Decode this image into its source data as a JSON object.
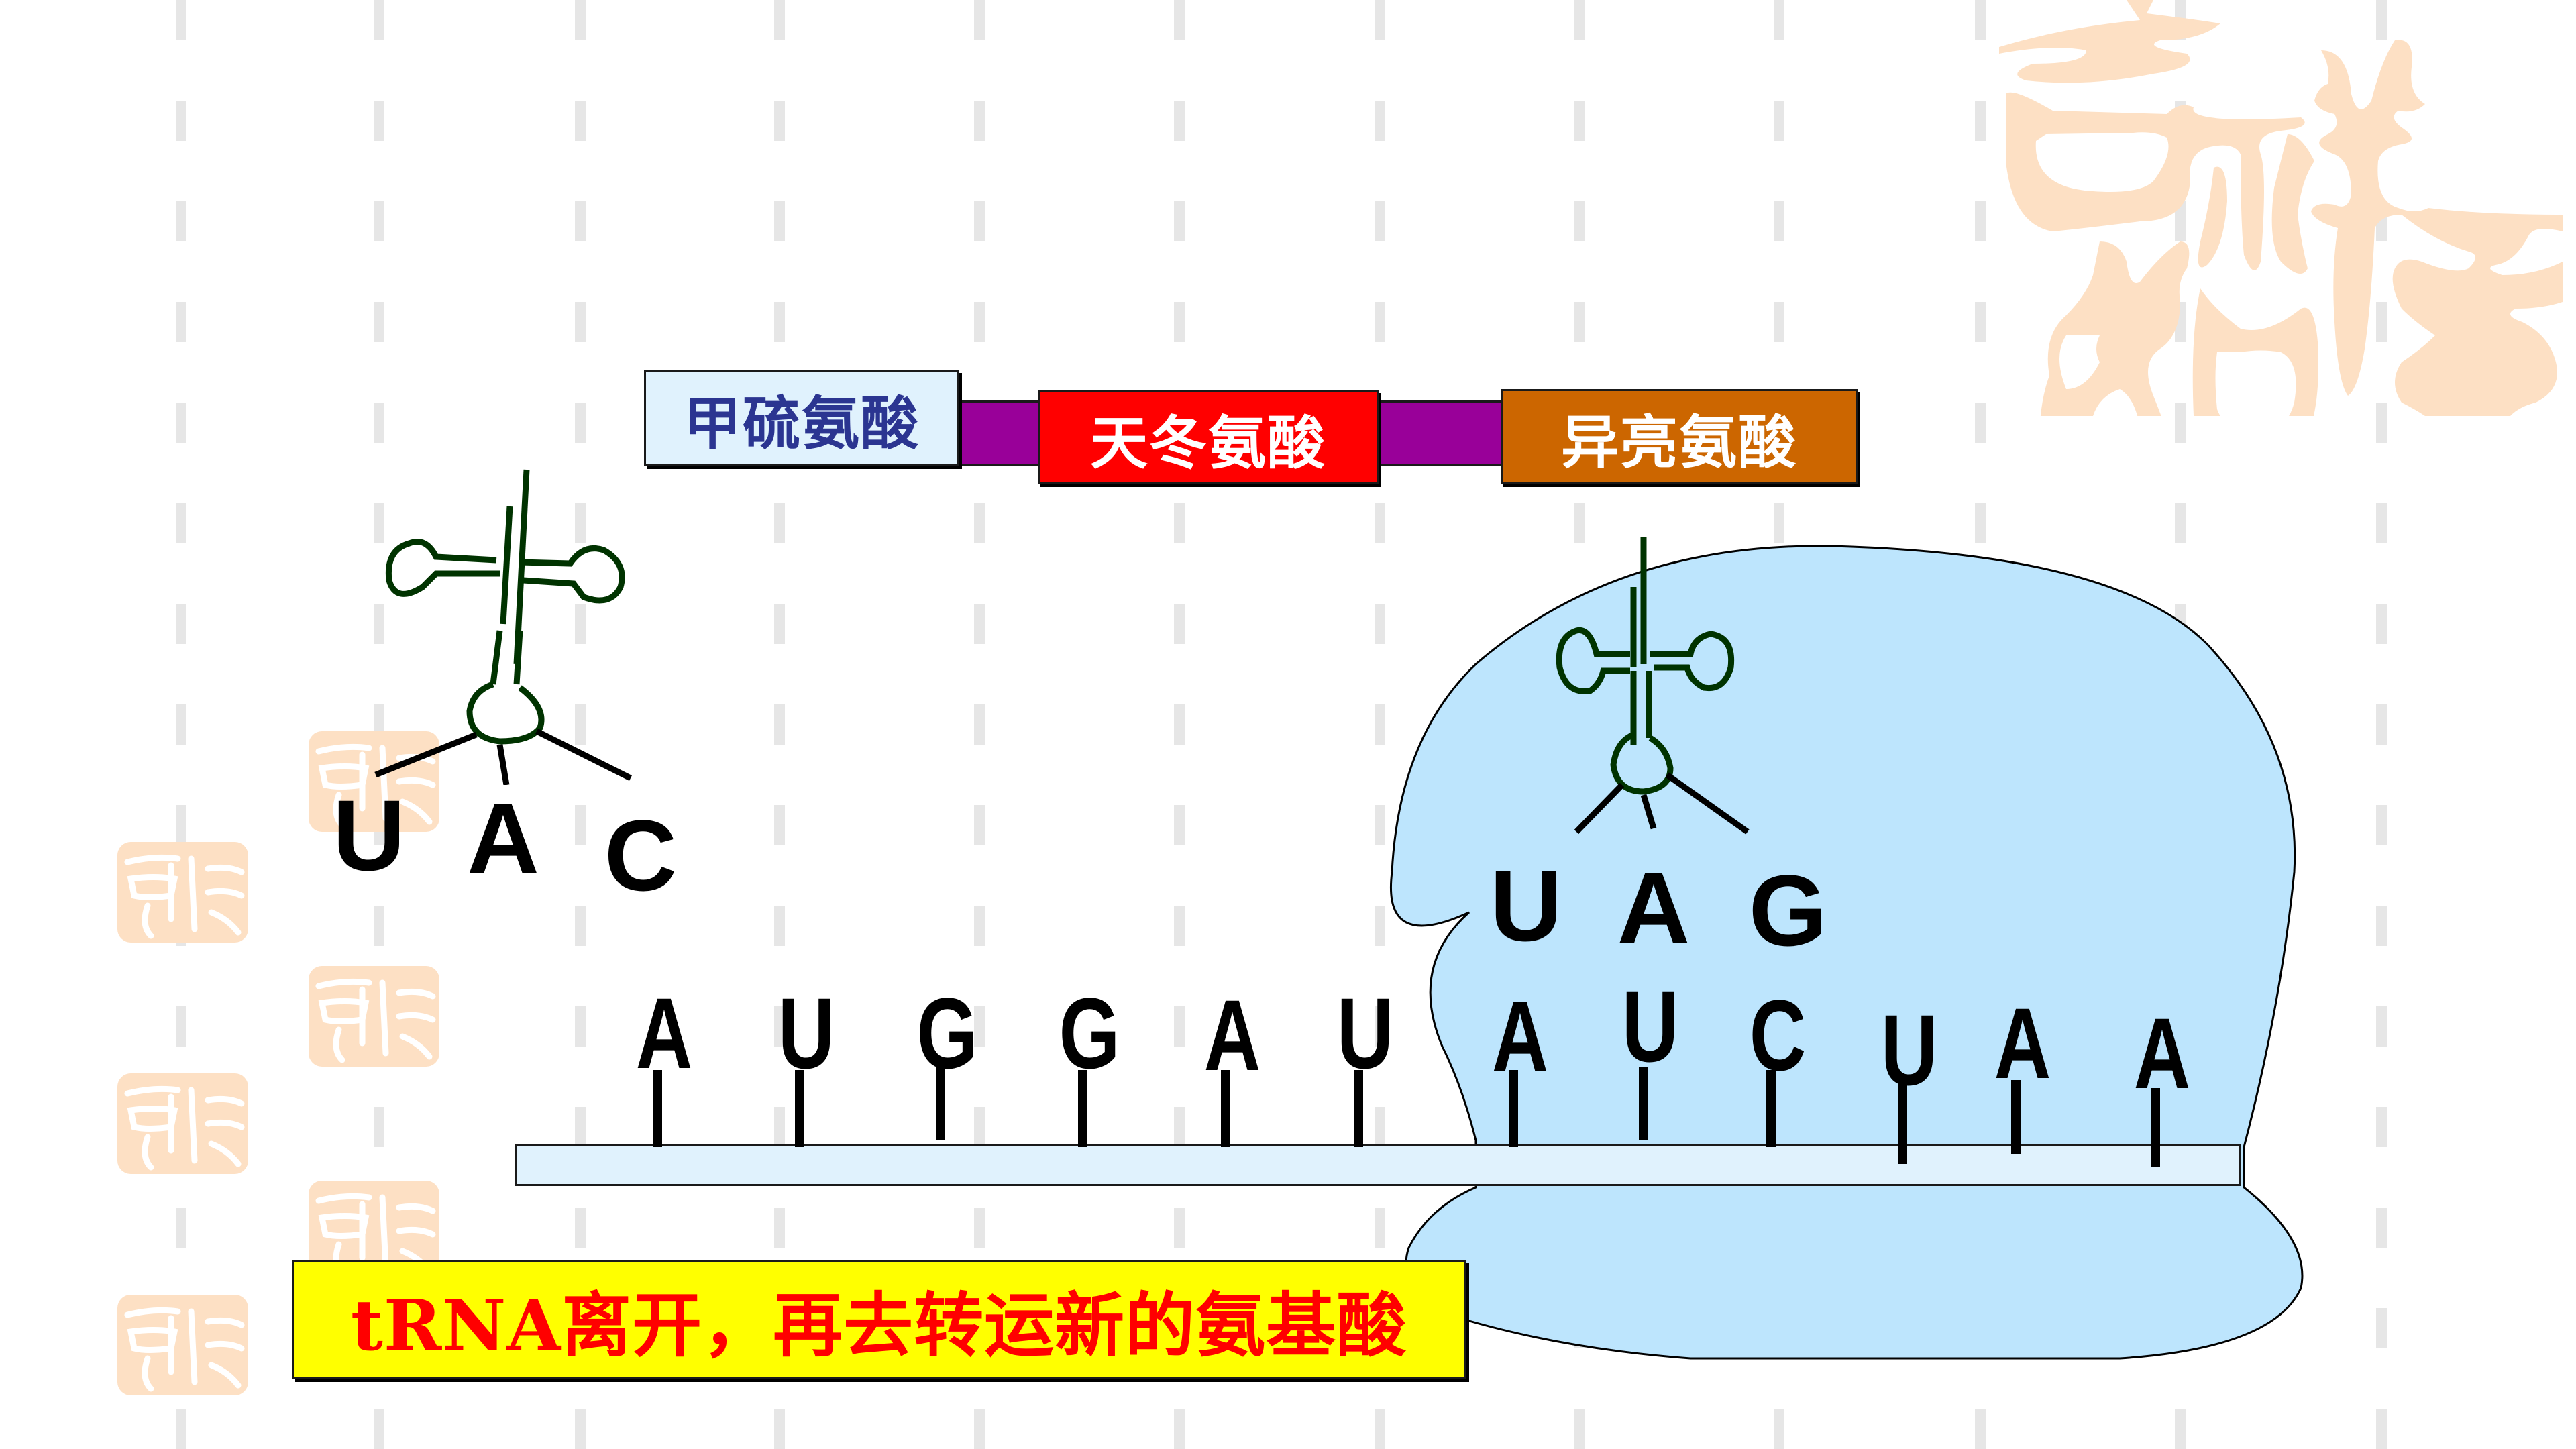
{
  "slide": {
    "background": "#ffffff",
    "watermark_text": "吉祥如意",
    "watermark_color": "#fde0c4"
  },
  "peptide_chain": {
    "amino_acids": [
      {
        "label": "甲硫氨酸",
        "fill": "#e0f2fd",
        "text_color": "#2b3591"
      },
      {
        "label": "天冬氨酸",
        "fill": "#ff0000",
        "text_color": "#ffffff"
      },
      {
        "label": "异亮氨酸",
        "fill": "#cc6600",
        "text_color": "#ffffff"
      }
    ],
    "bond_color": "#990099"
  },
  "trna_leaving": {
    "anticodon": [
      "U",
      "A",
      "C"
    ],
    "stroke_color": "#003300"
  },
  "trna_bound": {
    "anticodon": [
      "U",
      "A",
      "G"
    ],
    "stroke_color": "#003300"
  },
  "ribosome": {
    "fill": "#bde5fd"
  },
  "mrna": {
    "bases": [
      "A",
      "U",
      "G",
      "G",
      "A",
      "U",
      "A",
      "U",
      "C",
      "U",
      "A",
      "A"
    ],
    "bar_fill": "#e0f2fd"
  },
  "caption": {
    "text": "tRNA离开，再去转运新的氨基酸",
    "fill": "#ffff00",
    "text_color": "#ff0000"
  }
}
